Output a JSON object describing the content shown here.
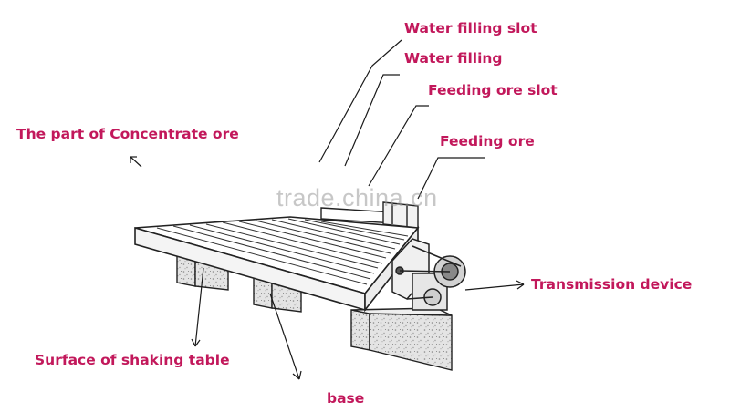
{
  "labels": {
    "water_filling_slot": "Water filling slot",
    "water_filling": "Water filling",
    "feeding_ore_slot": "Feeding ore slot",
    "feeding_ore": "Feeding ore",
    "concentrate_part": "The part of Concentrate  ore",
    "transmission_device": "Transmission device",
    "table_surface": "Surface of shaking table",
    "base": "base"
  },
  "watermark": "trade.china.cn",
  "colors": {
    "label": "#c2185b",
    "leader_line": "#1a1a1a",
    "outline": "#222222",
    "concrete": "#d8d8d8"
  }
}
